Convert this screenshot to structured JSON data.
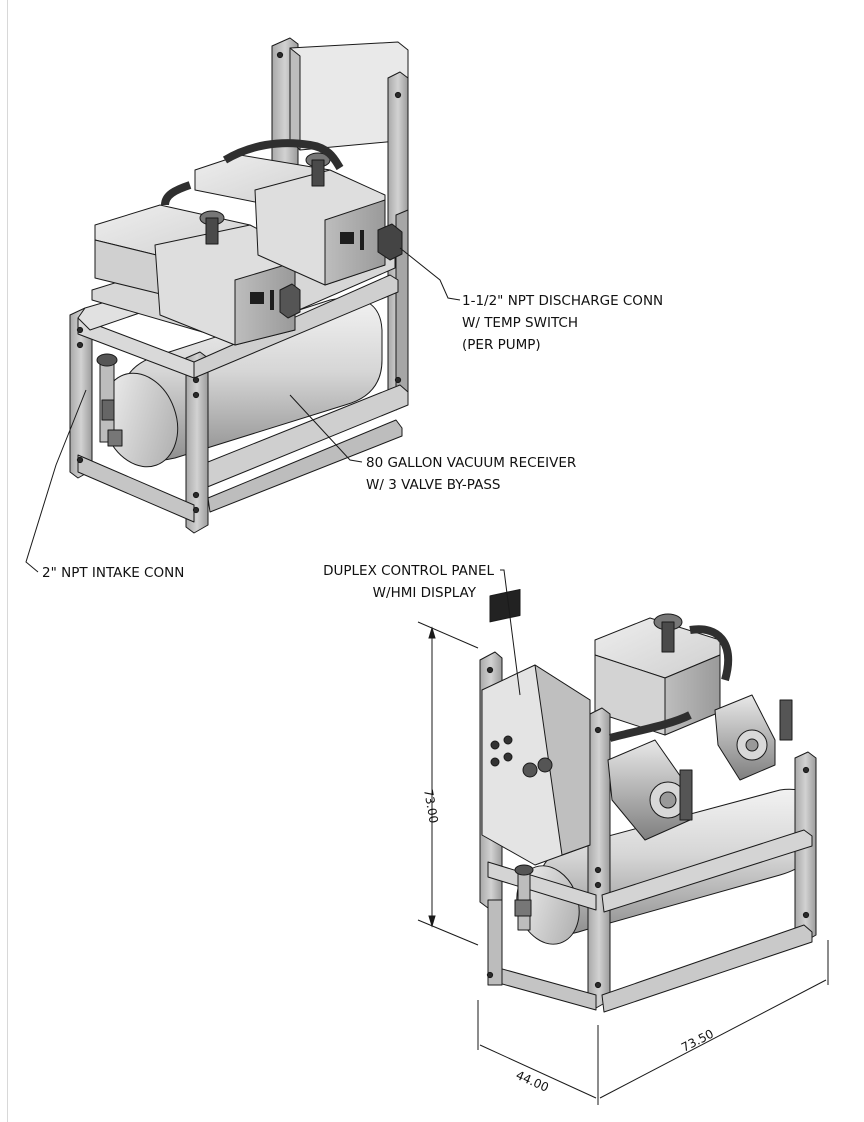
{
  "callouts": {
    "discharge": {
      "line1": "1-1/2\" NPT DISCHARGE CONN",
      "line2": "W/ TEMP SWITCH",
      "line3": "(PER PUMP)"
    },
    "receiver": {
      "line1": "80 GALLON VACUUM RECEIVER",
      "line2": "W/ 3 VALVE BY-PASS"
    },
    "intake": {
      "line1": "2\" NPT INTAKE CONN"
    },
    "panel": {
      "line1": "DUPLEX CONTROL PANEL",
      "line2": "W/HMI DISPLAY"
    }
  },
  "dimensions": {
    "height": "73.00",
    "depth": "44.00",
    "width": "73.50"
  },
  "colors": {
    "frame": "#c9c9c9",
    "frame_dark": "#8d8d8d",
    "tank": "#d4d4d4",
    "pump": "#dcdcdc",
    "hose": "#3a3a3a",
    "line": "#1a1a1a"
  }
}
